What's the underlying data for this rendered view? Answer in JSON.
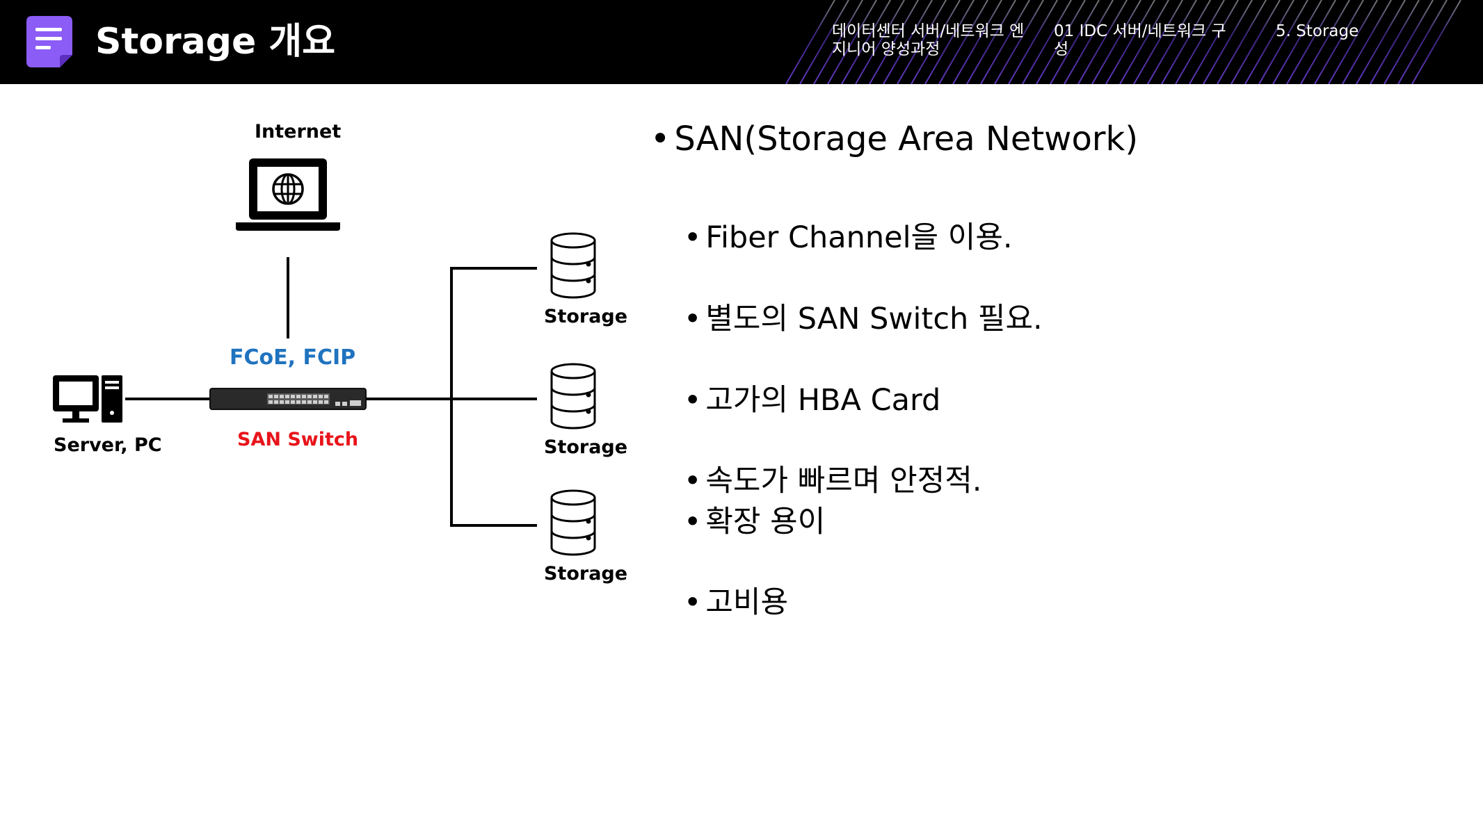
{
  "header": {
    "title": "Storage 개요",
    "breadcrumbs": [
      "데이터센터 서버/네트워크 엔지니어 양성과정",
      "01 IDC 서버/네트워크 구성",
      "5. Storage"
    ]
  },
  "diagram": {
    "internet_label": "Internet",
    "protocol_label": "FCoE, FCIP",
    "server_label": "Server, PC",
    "switch_label": "SAN Switch",
    "storage_labels": [
      "Storage",
      "Storage",
      "Storage"
    ]
  },
  "colors": {
    "protocol": "#1f73bf",
    "switch": "#e8141b",
    "accent": "#7c4dff"
  },
  "content": {
    "heading": "SAN(Storage Area Network)",
    "bullets": [
      "Fiber Channel을 이용.",
      "별도의 SAN Switch 필요.",
      "고가의 HBA Card",
      "속도가 빠르며 안정적.",
      "확장 용이",
      "고비용"
    ]
  }
}
